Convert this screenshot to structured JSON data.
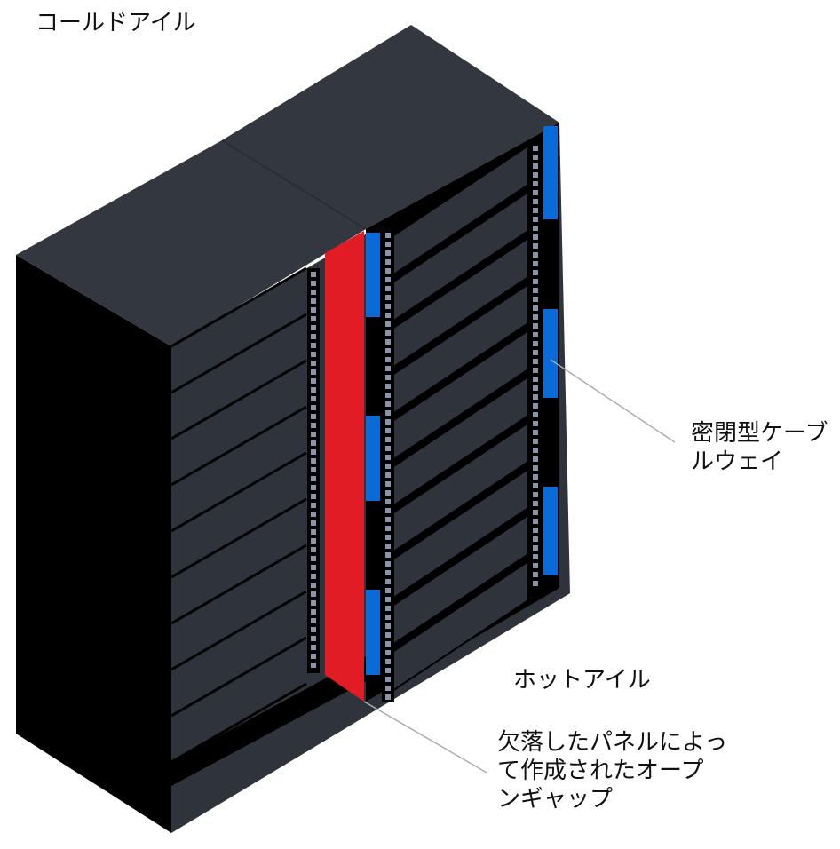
{
  "labels": {
    "cold_aisle": "コールドアイル",
    "sealed_cableway": "密閉型ケーブ\nルウェイ",
    "hot_aisle": "ホットアイル",
    "open_gap": "欠落したパネルによっ\nて作成されたオープ\nンギャップ"
  },
  "colors": {
    "cabinet_top": "#333740",
    "cabinet_front": "#2f343c",
    "cabinet_side": "#000000",
    "server_line": "#000000",
    "rail_dash": "#8a96a8",
    "sealed_cableway": "#0a6ad8",
    "open_gap": "#e11c24",
    "callout_line": "#a8adb5"
  }
}
